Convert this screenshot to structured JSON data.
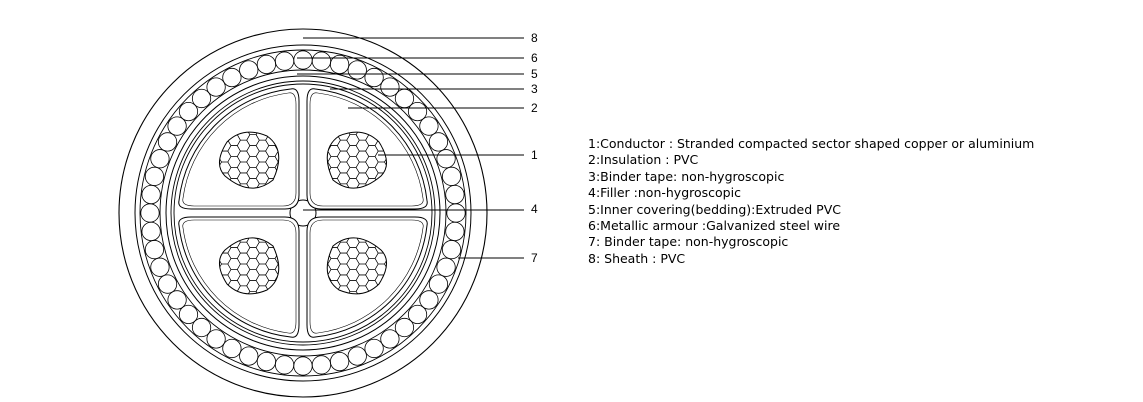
{
  "callouts": [
    "8",
    "6",
    "5",
    "3",
    "2",
    "1",
    "4",
    "7"
  ],
  "legend": [
    "1:Conductor : Stranded compacted sector shaped copper or aluminium",
    "2:Insulation  :  PVC",
    " 3:Binder tape: non-hygroscopic",
    " 4:Filler :non-hygroscopic",
    " 5:Inner covering(bedding):Extruded PVC",
    "6:Metallic armour :Galvanized steel wire",
    "7: Binder tape: non-hygroscopic",
    "8: Sheath :  PVC"
  ],
  "line_color": "#000000"
}
